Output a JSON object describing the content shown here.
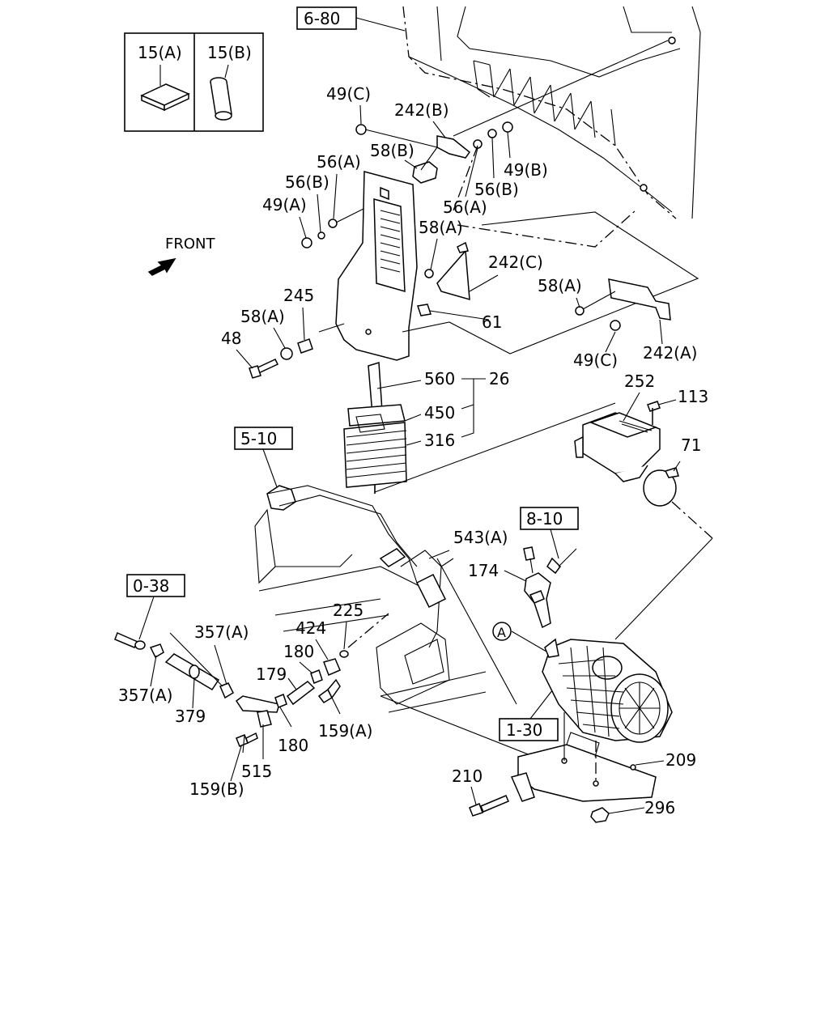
{
  "labels": {
    "ref_6_80": "6-80",
    "ref_5_10": "5-10",
    "ref_8_10": "8-10",
    "ref_0_38": "0-38",
    "ref_1_30": "1-30",
    "front": "FRONT",
    "circle_a": "A",
    "p15a": "15(A)",
    "p15b": "15(B)",
    "p49c_top": "49(C)",
    "p242b": "242(B)",
    "p58b": "58(B)",
    "p56a_left": "56(A)",
    "p56b_left": "56(B)",
    "p49a": "49(A)",
    "p49b": "49(B)",
    "p56b_right": "56(B)",
    "p56a_right": "56(A)",
    "p58a_upper": "58(A)",
    "p242c": "242(C)",
    "p58a_right": "58(A)",
    "p61": "61",
    "p245": "245",
    "p58a_left": "58(A)",
    "p48": "48",
    "p49c_bottom": "49(C)",
    "p242a": "242(A)",
    "p560": "560",
    "p26": "26",
    "p450": "450",
    "p316": "316",
    "p252": "252",
    "p113": "113",
    "p71": "71",
    "p543a": "543(A)",
    "p174": "174",
    "p225": "225",
    "p424": "424",
    "p357a_upper": "357(A)",
    "p180_upper": "180",
    "p179": "179",
    "p357a_lower": "357(A)",
    "p379": "379",
    "p180_lower": "180",
    "p159a": "159(A)",
    "p515": "515",
    "p159b": "159(B)",
    "p210": "210",
    "p209": "209",
    "p296": "296"
  }
}
